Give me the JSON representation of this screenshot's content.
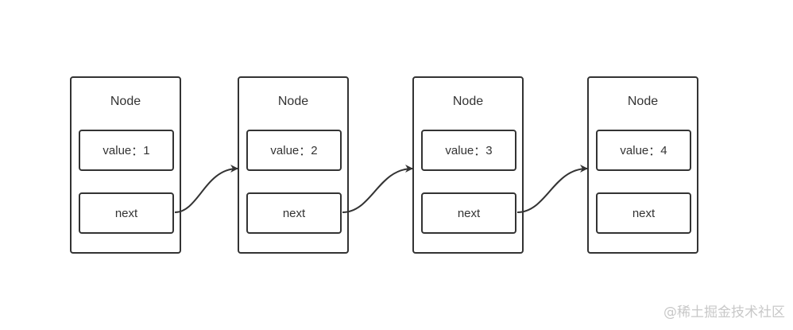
{
  "nodes": [
    {
      "title": "Node",
      "value_label": "value",
      "value": "1",
      "next_label": "next"
    },
    {
      "title": "Node",
      "value_label": "value",
      "value": "2",
      "next_label": "next"
    },
    {
      "title": "Node",
      "value_label": "value",
      "value": "3",
      "next_label": "next"
    },
    {
      "title": "Node",
      "value_label": "value",
      "value": "4",
      "next_label": "next"
    }
  ],
  "links": [
    {
      "from": 0,
      "to": 1
    },
    {
      "from": 1,
      "to": 2
    },
    {
      "from": 2,
      "to": 3
    }
  ],
  "watermark": "@稀土掘金技术社区",
  "colors": {
    "stroke": "#333333",
    "watermark": "#c8c8c8"
  }
}
